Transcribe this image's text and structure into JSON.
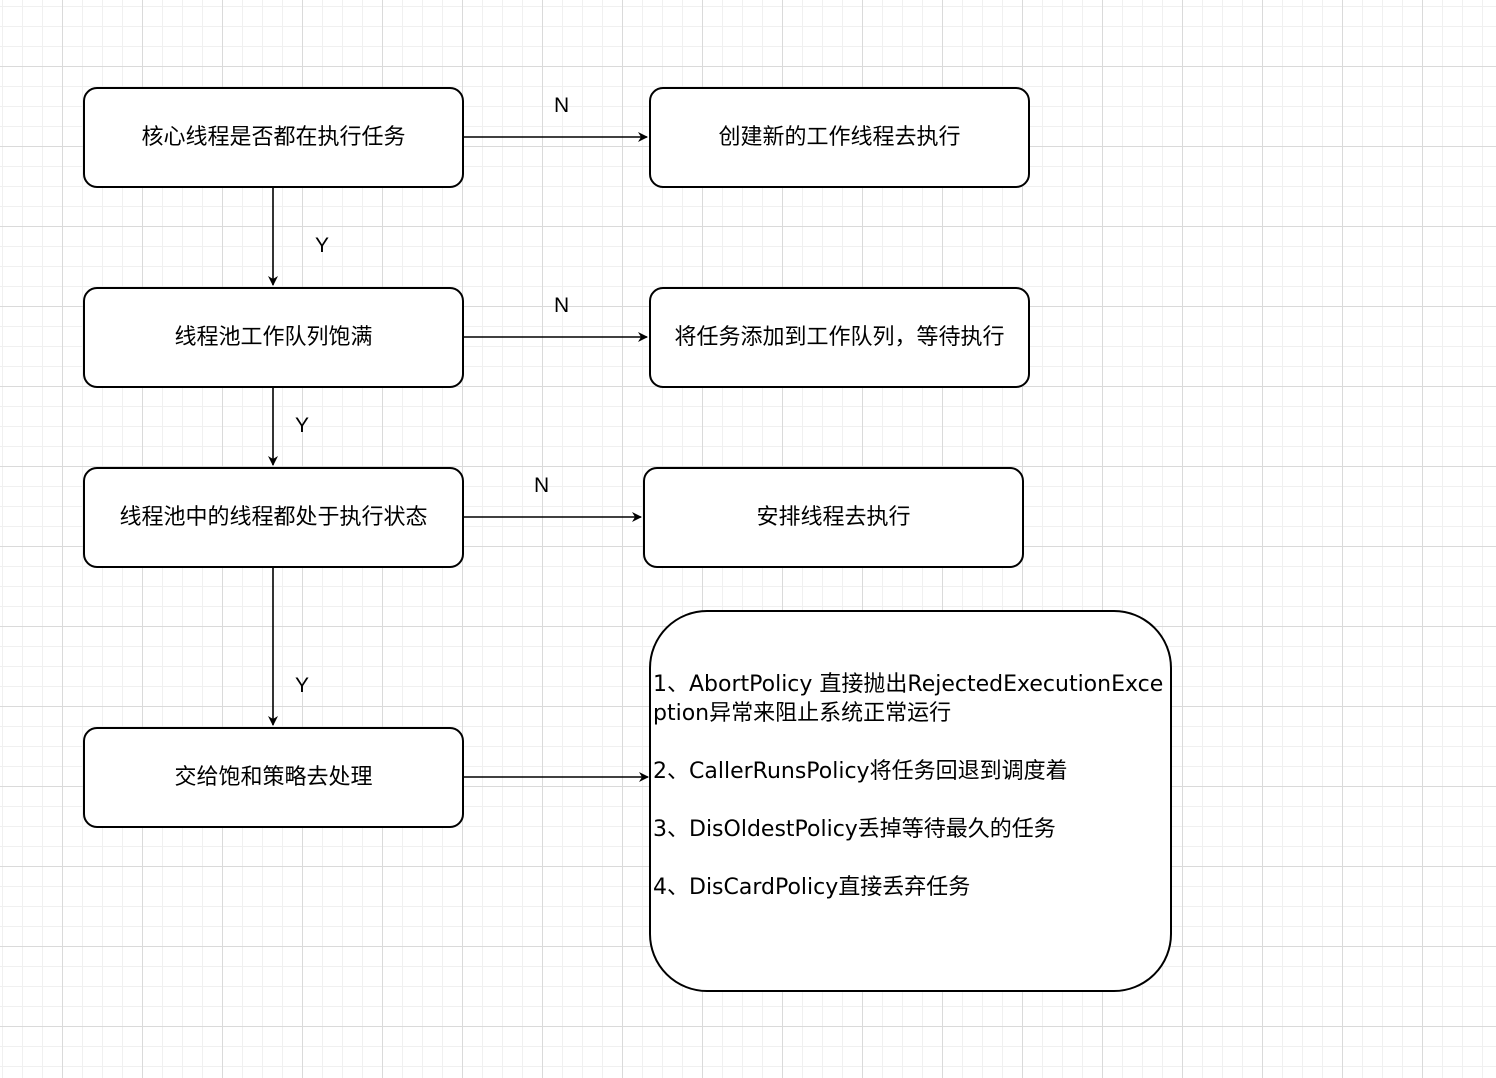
{
  "nodes": {
    "core_busy": "核心线程是否都在执行任务",
    "create_worker": "创建新的工作线程去执行",
    "queue_full": "线程池工作队列饱满",
    "enqueue": "将任务添加到工作队列，等待执行",
    "all_busy": "线程池中的线程都处于执行状态",
    "schedule": "安排线程去执行",
    "reject": "交给饱和策略去处理"
  },
  "policies": [
    "1、AbortPolicy 直接抛出RejectedExecutionException异常来阻止系统正常运行",
    "2、CallerRunsPolicy将任务回退到调度着",
    "3、DisOldestPolicy丢掉等待最久的任务",
    "4、DisCardPolicy直接丢弃任务"
  ],
  "edge_labels": {
    "no_1": "N",
    "yes_1": "Y",
    "no_2": "N",
    "yes_2": "Y",
    "no_3": "N",
    "yes_3": "Y"
  },
  "colors": {
    "line": "#000000",
    "node_fill": "#ffffff",
    "grid": "#dadada"
  }
}
